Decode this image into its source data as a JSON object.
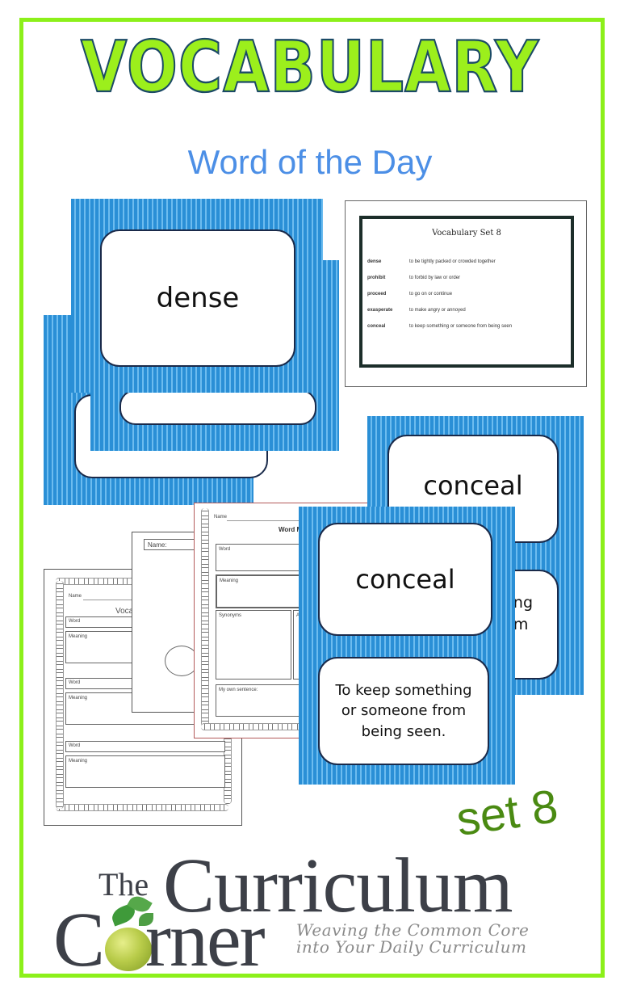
{
  "header": {
    "title": "VOCABULARY",
    "subtitle": "Word of the Day"
  },
  "colors": {
    "frame_green": "#8cf01a",
    "title_green": "#9cef1c",
    "title_outline": "#1b4a66",
    "subtitle_blue": "#4c8fe6",
    "card_stripe_dark": "#2a8fd6",
    "card_stripe_light": "#6dbcef",
    "set_label_green": "#4a8a12",
    "logo_gray": "#3d4048"
  },
  "word_cards": {
    "dense_card": {
      "word": "dense"
    },
    "conceal_back_card": {
      "word": "conceal",
      "definition_fragment": "…thing\n…rom\n."
    },
    "conceal_front_card": {
      "word": "conceal",
      "definition": "To keep something or someone from being seen."
    }
  },
  "vocab_list_sheet": {
    "title": "Vocabulary Set 8",
    "entries": [
      {
        "word": "dense",
        "definition": "to be tightly packed or crowded together"
      },
      {
        "word": "prohibit",
        "definition": "to forbid by law or order"
      },
      {
        "word": "proceed",
        "definition": "to go on or continue"
      },
      {
        "word": "exasperate",
        "definition": "to make angry or annoyed"
      },
      {
        "word": "conceal",
        "definition": "to keep something or someone from being seen"
      }
    ]
  },
  "worksheets": {
    "vocab_sheet": {
      "name_label": "Name",
      "title": "Vocabu",
      "word_label": "Word",
      "meaning_label": "Meaning"
    },
    "cloud_sheet": {
      "name_label": "Name:"
    },
    "word_map_sheet": {
      "name_label": "Name",
      "title": "Word Ma",
      "word_label": "Word",
      "meaning_label": "Meaning",
      "synonyms_label": "Synonyms",
      "antonyms_label": "A",
      "sentence_label": "My own sentence:"
    }
  },
  "set_label": "set 8",
  "logo": {
    "the": "The",
    "line1": "Curriculum",
    "line2_c": "C",
    "line2_rest": "rner",
    "tagline_line1": "Weaving the Common Core",
    "tagline_line2": "into Your Daily Curriculum"
  }
}
